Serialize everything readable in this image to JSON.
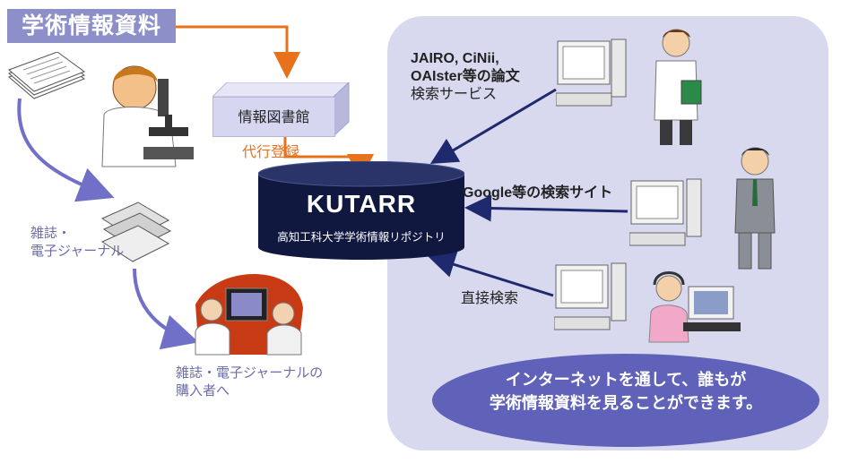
{
  "title": "学術情報資料",
  "library": "情報図書館",
  "proxy_registration": "代行登録",
  "repository": {
    "name": "KUTARR",
    "subtitle": "高知工科大学学術情報リポジトリ"
  },
  "journals_label": [
    "雑誌・",
    "電子ジャーナル"
  ],
  "purchasers_label": [
    "雑誌・電子ジャーナルの",
    "購入者へ"
  ],
  "access_routes": {
    "paper_search": [
      "JAIRO, CiNii,",
      "OAIster等の論文",
      "検索サービス"
    ],
    "search_sites": "Google等の検索サイト",
    "direct": "直接検索"
  },
  "message": [
    "インターネットを通して、誰もが",
    "学術情報資料を見ることができます。"
  ],
  "colors": {
    "badge": "#8d8fc8",
    "panel": "#d8d8ee",
    "cylinder": "#101840",
    "arrow_orange": "#e8711c",
    "arrow_blue": "#7070c8",
    "arrow_dark": "#1f2a6e",
    "message_bg": "#5f62b8"
  }
}
